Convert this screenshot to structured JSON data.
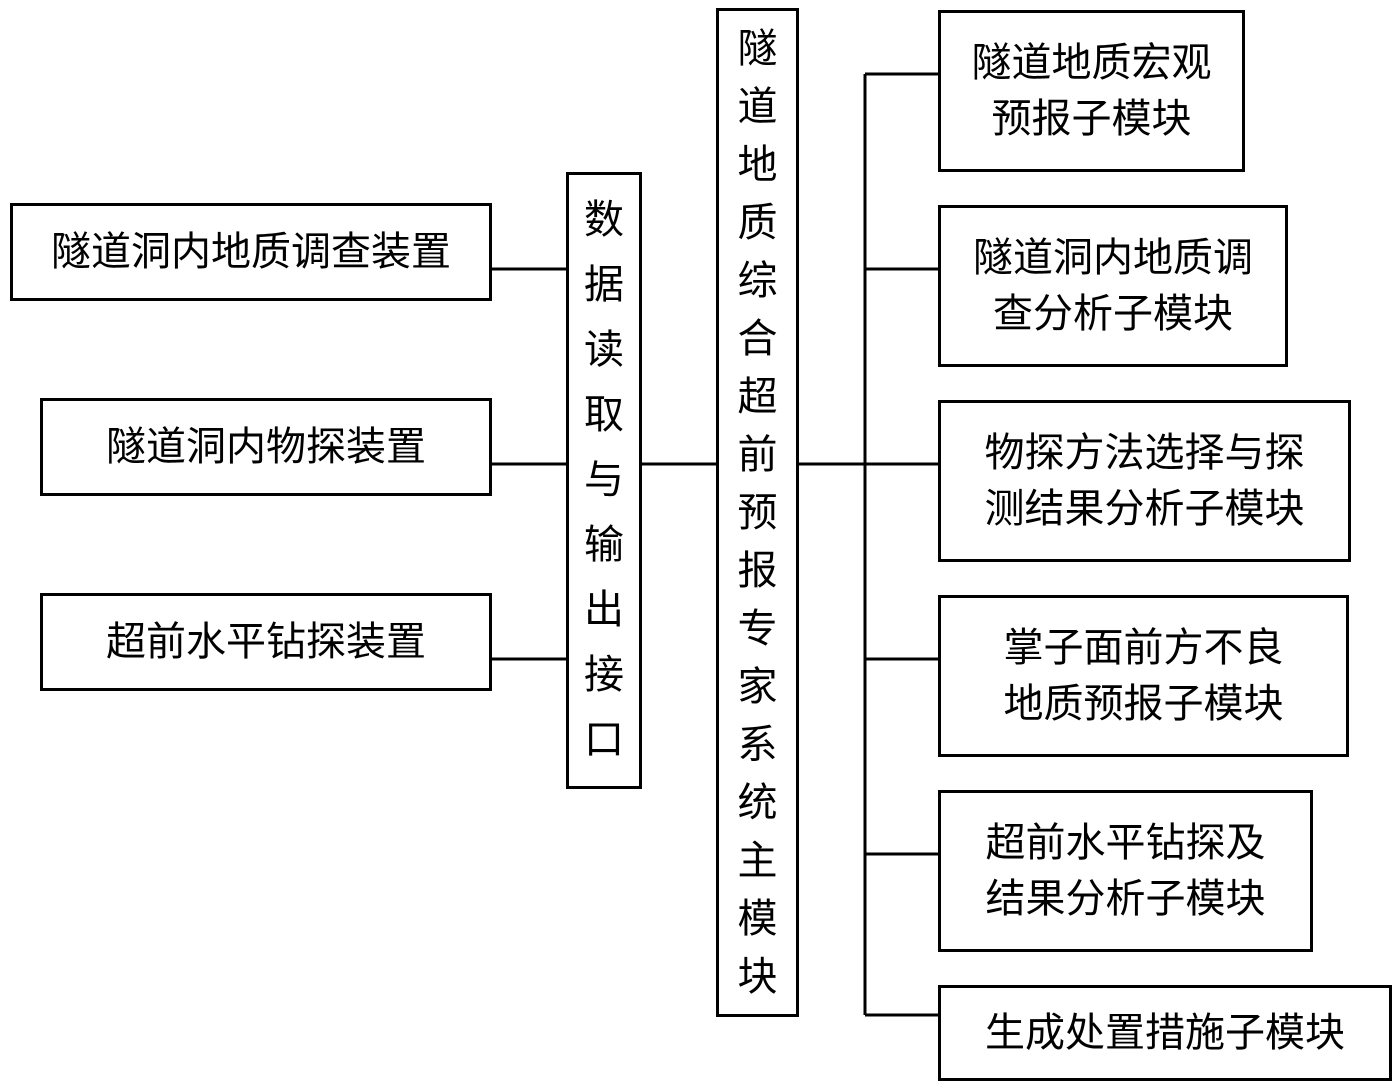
{
  "devices": [
    {
      "label": "隧道洞内地质调查装置"
    },
    {
      "label": "隧道洞内物探装置"
    },
    {
      "label": "超前水平钻探装置"
    }
  ],
  "interface": {
    "label": "数据读取与输出接口"
  },
  "main_module": {
    "label": "隧道地质综合超前预报专家系统主模块"
  },
  "sub_modules": [
    {
      "lines": [
        "隧道地质宏观",
        "预报子模块"
      ]
    },
    {
      "lines": [
        "隧道洞内地质调",
        "查分析子模块"
      ]
    },
    {
      "lines": [
        "物探方法选择与探",
        "测结果分析子模块"
      ]
    },
    {
      "lines": [
        "掌子面前方不良",
        "地质预报子模块"
      ]
    },
    {
      "lines": [
        "超前水平钻探及",
        "结果分析子模块"
      ]
    },
    {
      "lines": [
        "生成处置措施子模块"
      ]
    }
  ]
}
